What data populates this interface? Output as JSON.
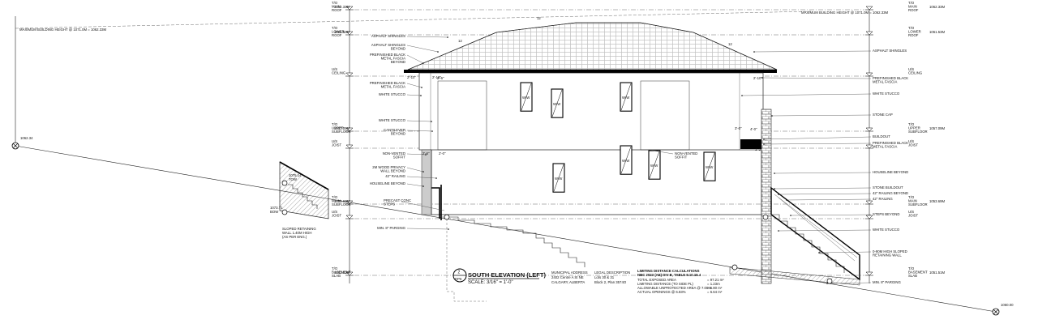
{
  "levels": [
    {
      "key": "main_roof",
      "label": "T/O\nMAIN\nROOF",
      "elev": "1062.33M"
    },
    {
      "key": "lower_roof",
      "label": "T/O\nLOWER\nROOF",
      "elev": "1061.53M"
    },
    {
      "key": "ceiling",
      "label": "U/S\nCEILING",
      "elev": ""
    },
    {
      "key": "upper_subfloor",
      "label": "T/O\nUPPER\nSUBFLOOR",
      "elev": "1057.09M"
    },
    {
      "key": "upper_joist",
      "label": "U/S\nJOIST",
      "elev": ""
    },
    {
      "key": "main_subfloor",
      "label": "T/O\nMAIN\nSUBFLOOR",
      "elev": "1053.69M"
    },
    {
      "key": "main_joist",
      "label": "U/S\nJOIST",
      "elev": ""
    },
    {
      "key": "basement_slab",
      "label": "T/O\nBASEMENT\nSLAB",
      "elev": "1051.51M"
    }
  ],
  "max_height_note": "MAXIMUM BUILDING HEIGHT @ 1071.0M = 1062.33M",
  "max_height_note_left": "MAXIMUM BUILDING HEIGHT @ 1071.0M = 1062.33M",
  "left_callouts": [
    "ASPHALT SHINGLES",
    "ASPHALT SHINGLES\nBEYOND",
    "PREFINISHED BLACK\nMETAL FASCIA\nBEYOND",
    "PREFINISHED BLACK\nMETAL FASCIA",
    "WHITE STUCCO",
    "WHITE STUCCO",
    "CANTILEVER\nBEYOND",
    "NON-VENTED\nSOFFIT",
    "2M WOOD PRIVACY\nWALL BEYOND",
    "42\" RAILING",
    "HOUSELINE BEYOND",
    "MIN. 8\" PARGING"
  ],
  "mid_callouts": [
    "PRECAST CONC\nSTEPS",
    "NON-VENTED\nSOFFIT"
  ],
  "right_callouts": [
    "ASPHALT SHINGLES",
    "PREFINISHED BLACK\nMETAL FASCIA",
    "WHITE STUCCO",
    "STONE CAP",
    "BUILDOUT",
    "PREFINISHED BLACK\nMETAL FASCIA",
    "HOUSELINE BEYOND",
    "STONE BUILDOUT",
    "42\" RAILING BEYOND",
    "42\" RAILING",
    "STEPS BEYOND",
    "WHITE STUCCO",
    "0-90M HIGH SLOPED\nRETAINING WALL",
    "MIN. 8\" PARGING"
  ],
  "retaining_note": "SLOPED RETAINING\nWALL 1.40M HIGH\n(AS PER ENG.)",
  "spot_elevations": [
    "1075.14\nTOW",
    "1073.71\nBOW",
    "1062.34",
    "1060.00"
  ],
  "pitch": "12",
  "pitch_rise": "6",
  "title": {
    "marker_top": "2",
    "marker_bottom": "DP6",
    "name": "SOUTH ELEVATION (LEFT)",
    "scale": "SCALE: 3/16\" = 1'-0\""
  },
  "address": {
    "heading": "MUNICIPAL ADDRESS",
    "line1": "2402 Centre A St NE",
    "line2": "CALGARY, ALBERTA"
  },
  "legal": {
    "heading": "LEGAL DESCRIPTION",
    "line1": "Lots 30 & 31",
    "line2": "Block 2, Plan 3574O"
  },
  "limiting": {
    "heading": "LIMITING DISTANCE CALCULATIONS",
    "sub": "NBC 2023 (AE) DIV B, TABLE 9.10.15.4",
    "rows": [
      {
        "k": "TOTAL EXPOSED AREA",
        "v": "= 97.21 m²"
      },
      {
        "k": "LIMITING DISTANCE (TO SIDE PL)",
        "v": "= 1.23m"
      },
      {
        "k": "ALLOWABLE UNPROTECTED AREA @ 7.00%",
        "v": "= 6.80 m²"
      },
      {
        "k": "ACTUAL OPENINGS @ 6.83%",
        "v": "= 6.64 m²"
      }
    ]
  },
  "window_tags": [
    "W/W",
    "W/W",
    "W/W",
    "W/W",
    "W/W",
    "W/W"
  ],
  "dim_tags": [
    "2'-10\"",
    "2'-10\"",
    "2'-10\"",
    "3'-0\"",
    "2'-6\"",
    "2'-0\"",
    "2'-6\"",
    "4'-0\"",
    "1'-2\""
  ]
}
